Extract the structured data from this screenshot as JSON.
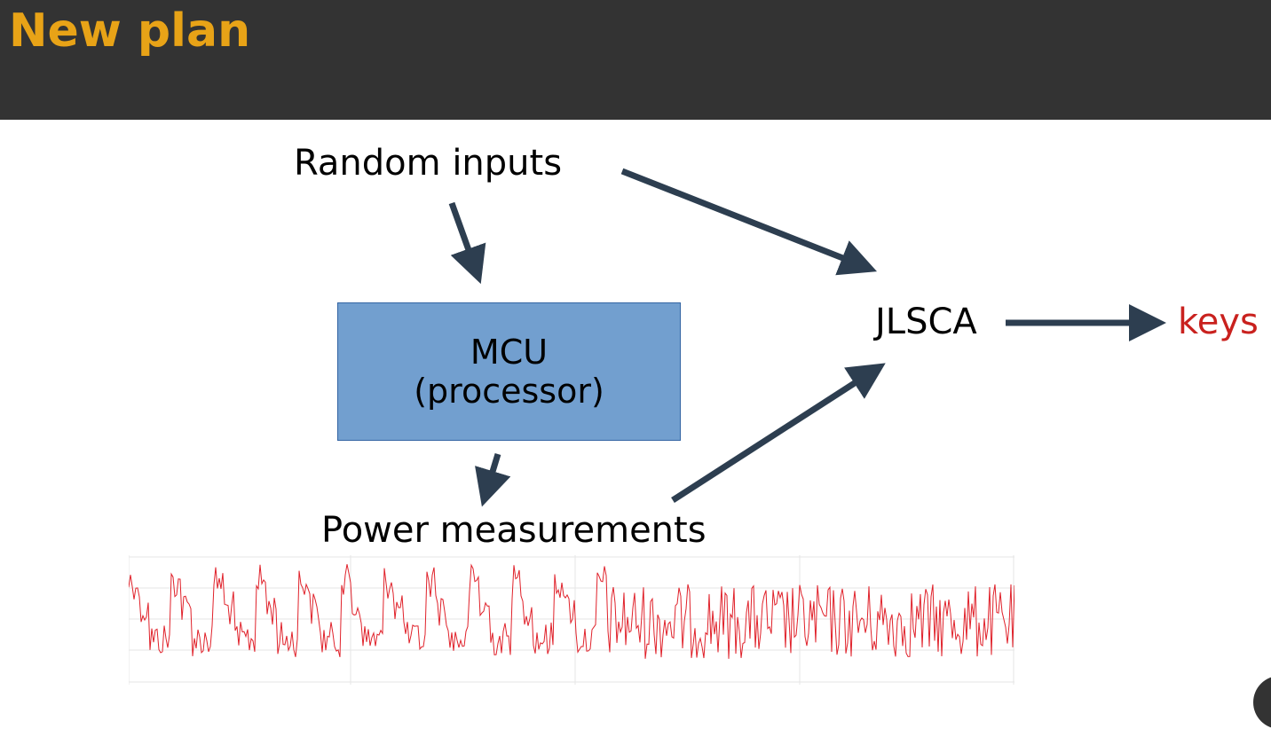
{
  "slide": {
    "title": "New plan"
  },
  "diagram": {
    "random_inputs": "Random inputs",
    "mcu_line1": "MCU",
    "mcu_line2": "(processor)",
    "power_measurements": "Power measurements",
    "jlsca": "JLSCA",
    "keys": "keys"
  },
  "colors": {
    "header_bg": "#333333",
    "title": "#e8a317",
    "box_fill": "#729fcf",
    "arrow": "#2d3e50",
    "keys": "#c9211e",
    "trace": "#e0212a"
  },
  "icons": {
    "arrow": "arrow-icon",
    "trace": "power-trace-plot"
  }
}
